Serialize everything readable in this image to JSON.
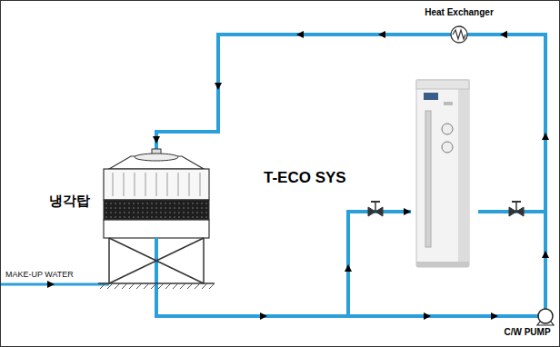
{
  "diagram": {
    "nodes": [
      {
        "text": [
          "냉각탑"
        ]
      },
      {
        "text": [
          "C/W PUMP"
        ]
      },
      {
        "text": [
          "Heat Exchanger"
        ]
      },
      {
        "text": [
          "T-ECO SYS"
        ]
      }
    ],
    "edges": [
      {
        "from": 0,
        "to": 1,
        "arrow": "to"
      },
      {
        "from": 1,
        "to": 2,
        "arrow": "to"
      },
      {
        "from": 2,
        "to": 0,
        "arrow": "to"
      },
      {
        "from": 0,
        "to": 3,
        "arrow": "to"
      },
      {
        "from": 3,
        "to": 2,
        "arrow": "to"
      }
    ],
    "labels": [
      "MAKE-UP WATER"
    ]
  }
}
